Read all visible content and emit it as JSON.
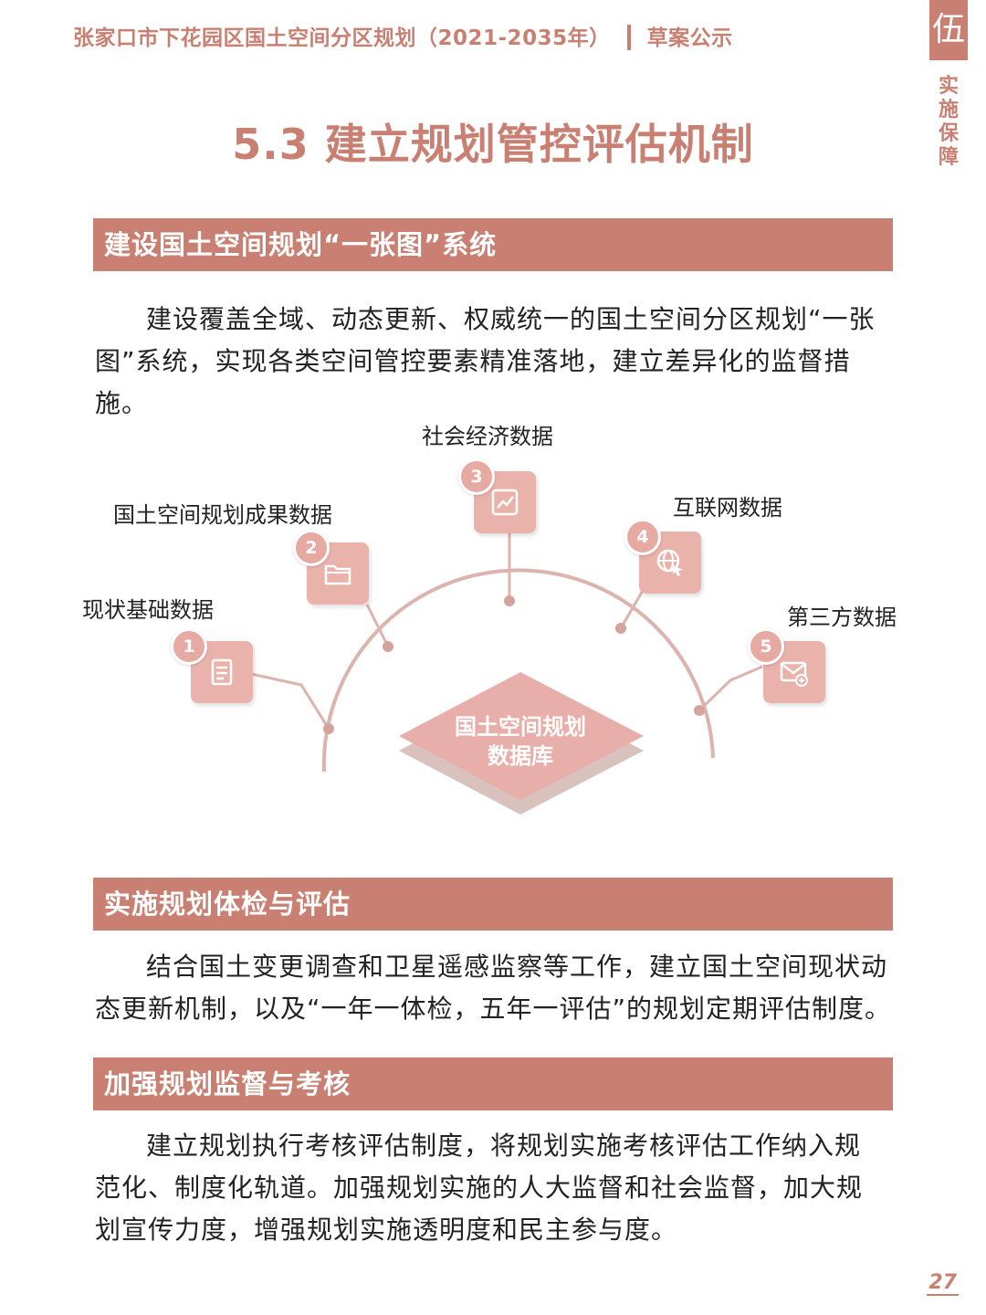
{
  "header": {
    "title": "张家口市下花园区国土空间分区规划（2021-2035年）",
    "status": "草案公示"
  },
  "side_tab": {
    "chapter_char": "伍",
    "chapter_label": "实施保障"
  },
  "page_title": "5.3 建立规划管控评估机制",
  "sections": [
    {
      "heading": "建设国土空间规划“一张图”系统",
      "body": "建设覆盖全域、动态更新、权威统一的国土空间分区规划“一张图”系统，实现各类空间管控要素精准落地，建立差异化的监督措施。"
    },
    {
      "heading": "实施规划体检与评估",
      "body": "结合国土变更调查和卫星遥感监察等工作，建立国土空间现状动态更新机制，以及“一年一体检，五年一评估”的规划定期评估制度。"
    },
    {
      "heading": "加强规划监督与考核",
      "body": "建立规划执行考核评估制度，将规划实施考核评估工作纳入规范化、制度化轨道。加强规划实施的人大监督和社会监督，加大规划宣传力度，增强规划实施透明度和民主参与度。"
    }
  ],
  "diagram": {
    "center": [
      "国土空间规划",
      "数据库"
    ],
    "sources": [
      {
        "num": "1",
        "label": "现状基础数据",
        "icon": "document-icon"
      },
      {
        "num": "2",
        "label": "国土空间规划成果数据",
        "icon": "folder-icon"
      },
      {
        "num": "3",
        "label": "社会经济数据",
        "icon": "chart-icon"
      },
      {
        "num": "4",
        "label": "互联网数据",
        "icon": "globe-cursor-icon"
      },
      {
        "num": "5",
        "label": "第三方数据",
        "icon": "mail-icon"
      }
    ]
  },
  "page_number": "27",
  "colors": {
    "accent": "#c98072",
    "icon_fill": "#e9b2ab",
    "arc": "#dcb3ad"
  }
}
